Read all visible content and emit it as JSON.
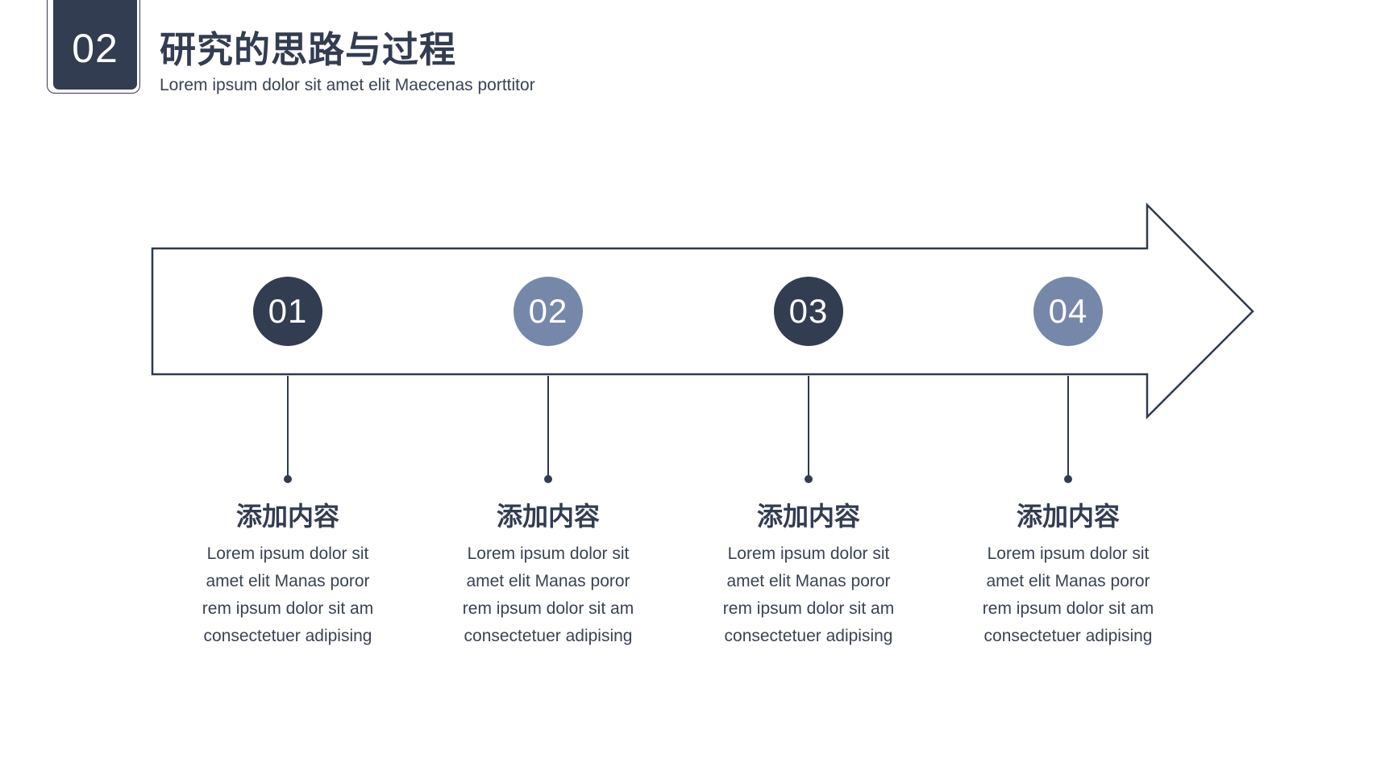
{
  "header": {
    "section_number": "02",
    "title": "研究的思路与过程",
    "subtitle": "Lorem ipsum dolor sit amet  elit Maecenas porttitor"
  },
  "colors": {
    "primary": "#323d52",
    "secondary": "#7688aa",
    "line": "#2f3b4d",
    "text": "#3a4353"
  },
  "steps": [
    {
      "number": "01",
      "color": "primary",
      "heading": "添加内容",
      "lines": [
        "Lorem ipsum dolor sit",
        "amet  elit Manas poror",
        "rem ipsum dolor sit am",
        "consectetuer adipising"
      ]
    },
    {
      "number": "02",
      "color": "secondary",
      "heading": "添加内容",
      "lines": [
        "Lorem ipsum dolor sit",
        "amet  elit Manas poror",
        "rem ipsum dolor sit am",
        "consectetuer adipising"
      ]
    },
    {
      "number": "03",
      "color": "primary",
      "heading": "添加内容",
      "lines": [
        "Lorem ipsum dolor sit",
        "amet  elit Manas poror",
        "rem ipsum dolor sit am",
        "consectetuer adipising"
      ]
    },
    {
      "number": "04",
      "color": "secondary",
      "heading": "添加内容",
      "lines": [
        "Lorem ipsum dolor sit",
        "amet  elit Manas poror",
        "rem ipsum dolor sit am",
        "consectetuer adipising"
      ]
    }
  ]
}
